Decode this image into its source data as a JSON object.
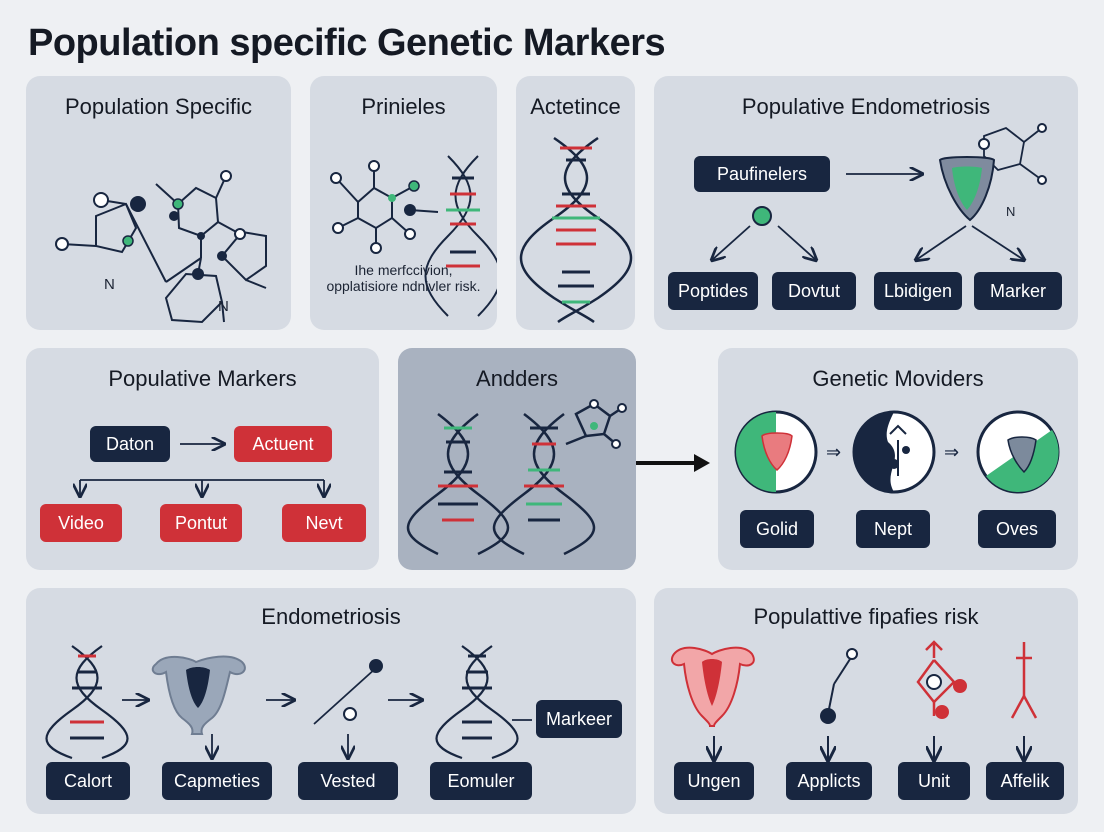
{
  "title": "Population specific Genetic Markers",
  "panels": {
    "p1": {
      "title": "Population Specific",
      "atom_label": "N"
    },
    "p2": {
      "title": "Prinieles",
      "note": "Ihe merfccivion, opplatisiore ndnivler risk."
    },
    "p3": {
      "title": "Actetince"
    },
    "p4": {
      "title": "Populative Endometriosis",
      "top_box": "Paufinelers",
      "boxes": [
        "Poptides",
        "Dovtut",
        "Lbidigen",
        "Marker"
      ],
      "atom_label": "N"
    },
    "p5": {
      "title": "Populative Markers",
      "box_a": "Daton",
      "box_b": "Actuent",
      "boxes": [
        "Video",
        "Pontut",
        "Nevt"
      ]
    },
    "p6": {
      "title": "Andders"
    },
    "p7": {
      "title": "Genetic Movi­ders",
      "boxes": [
        "Golid",
        "Nept",
        "Oves"
      ]
    },
    "p8": {
      "title": "Endometriosis",
      "side_box": "Markeer",
      "boxes": [
        "Calort",
        "Capmeties",
        "Vested",
        "Eomuler"
      ]
    },
    "p9": {
      "title": "Populattive fipafies risk",
      "boxes": [
        "Ungen",
        "Applicts",
        "Unit",
        "Affelik"
      ]
    }
  },
  "colors": {
    "navy": "#182640",
    "red": "#cf3138",
    "green": "#3fb77a",
    "panel": "#d6dbe3"
  }
}
